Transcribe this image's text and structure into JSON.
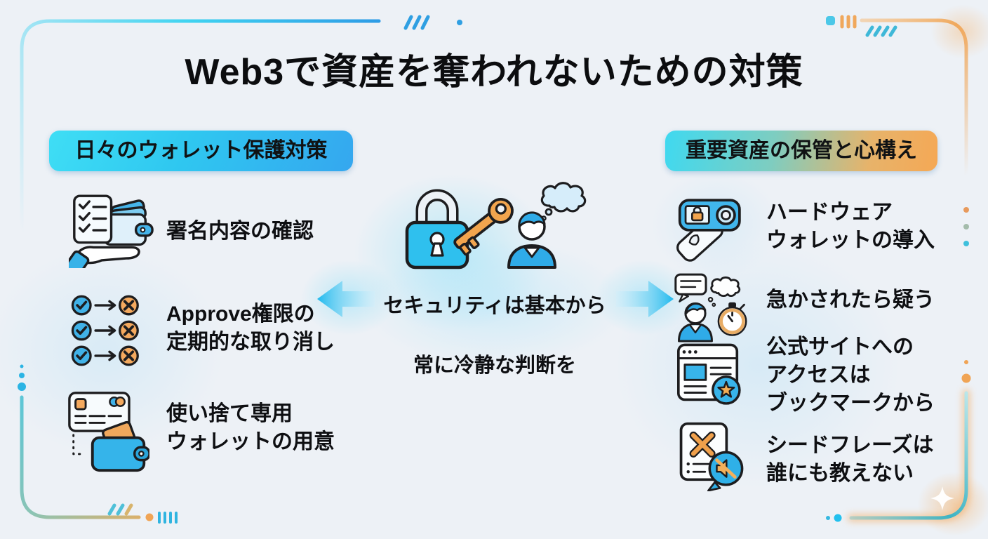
{
  "title": "Web3で資産を奪われないための対策",
  "center": {
    "message_primary": "セキュリティは基本から",
    "message_secondary": "常に冷静な判断を"
  },
  "left_section": {
    "header": "日々のウォレット保護対策",
    "items": [
      {
        "icon": "signature-review-icon",
        "lines": [
          "署名内容の確認"
        ]
      },
      {
        "icon": "approve-revoke-icon",
        "lines": [
          "Approve権限の",
          "定期的な取り消し"
        ]
      },
      {
        "icon": "burner-wallet-icon",
        "lines": [
          "使い捨て専用",
          "ウォレットの用意"
        ]
      }
    ]
  },
  "right_section": {
    "header": "重要資産の保管と心構え",
    "items": [
      {
        "icon": "hardware-wallet-icon",
        "lines": [
          "ハードウェア",
          "ウォレットの導入"
        ]
      },
      {
        "icon": "urgency-doubt-icon",
        "lines": [
          "急かされたら疑う"
        ]
      },
      {
        "icon": "official-bookmark-icon",
        "lines": [
          "公式サイトへの",
          "アクセスは",
          "ブックマークから"
        ]
      },
      {
        "icon": "seed-phrase-secret-icon",
        "lines": [
          "シードフレーズは",
          "誰にも教えない"
        ]
      }
    ]
  },
  "colors": {
    "accent_cyan": "#2fc7f0",
    "accent_blue": "#35a7ef",
    "accent_orange": "#f2a85c",
    "text": "#0e0f12",
    "background": "#edf1f6"
  }
}
